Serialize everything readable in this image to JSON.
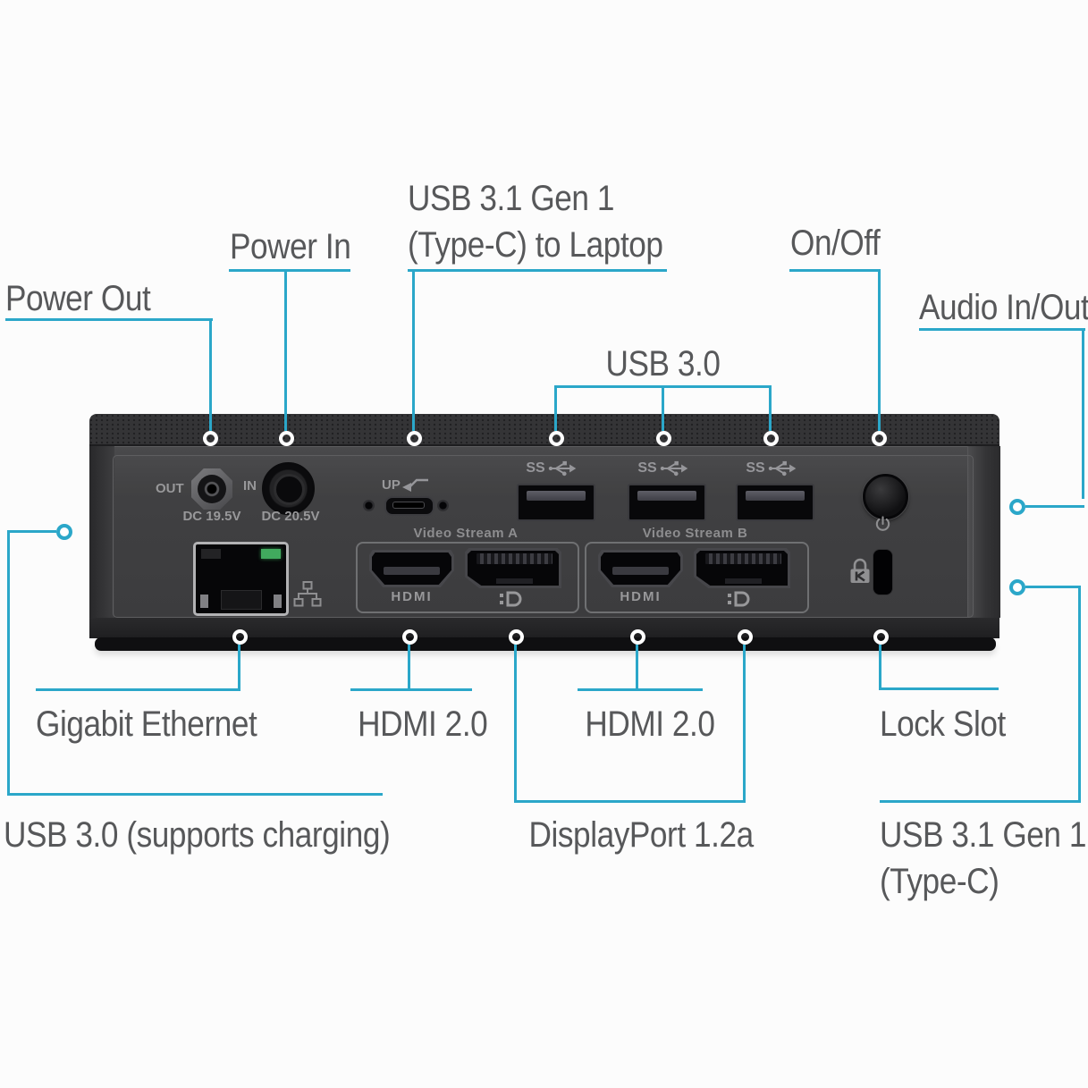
{
  "colors": {
    "callout_line": "#2BA7C9",
    "label_text": "#57585A",
    "device_body": "#3F3F41",
    "ethernet_led_green": "#41AA5E"
  },
  "callout_labels": {
    "power_out": "Power Out",
    "power_in": "Power In",
    "usbc_laptop_line1": "USB 3.1 Gen 1",
    "usbc_laptop_line2": "(Type-C) to Laptop",
    "usb30": "USB 3.0",
    "on_off": "On/Off",
    "audio_in_out": "Audio In/Out",
    "gigabit_ethernet": "Gigabit Ethernet",
    "hdmi_a": "HDMI 2.0",
    "hdmi_b": "HDMI 2.0",
    "displayport": "DisplayPort 1.2a",
    "lock_slot": "Lock Slot",
    "usb30_charging": "USB 3.0 (supports charging)",
    "usbc_right_line1": "USB 3.1 Gen 1",
    "usbc_right_line2": "(Type-C)"
  },
  "device_labels": {
    "out": "OUT",
    "out_voltage": "DC 19.5V",
    "in": "IN",
    "in_voltage": "DC 20.5V",
    "up": "UP",
    "ss": "SS",
    "video_stream_a": "Video Stream A",
    "video_stream_b": "Video Stream B",
    "hdmi": "HDMI"
  }
}
